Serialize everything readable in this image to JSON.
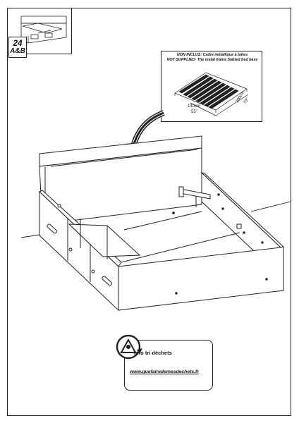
{
  "step": {
    "number": "24",
    "sub": "A&B"
  },
  "note": {
    "fr_label": "NON INCLUS:",
    "fr_text": "Cadre métallique à lattes",
    "en_label": "NOT SUPPLIED:",
    "en_text": "The metal frame Slatted bed base"
  },
  "dimensions": {
    "width_cm": "140cm",
    "width_in": "55\"",
    "length_cm": "200cm",
    "length_in": "79\""
  },
  "recycling": {
    "title": "Info tri déchets",
    "url": "www.quefairedemesdechets.fr"
  }
}
